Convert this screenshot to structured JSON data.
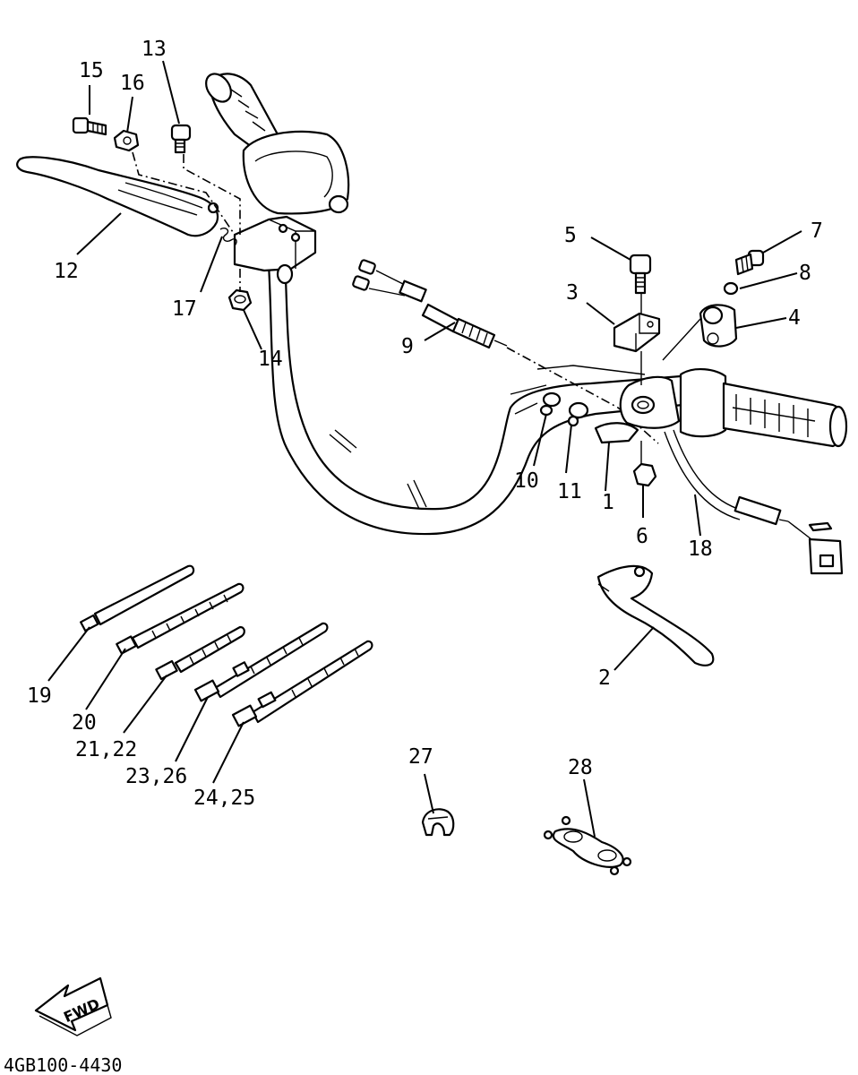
{
  "diagram": {
    "callouts": [
      {
        "id": "c1",
        "text": "1"
      },
      {
        "id": "c2",
        "text": "2"
      },
      {
        "id": "c3",
        "text": "3"
      },
      {
        "id": "c4",
        "text": "4"
      },
      {
        "id": "c5",
        "text": "5"
      },
      {
        "id": "c6",
        "text": "6"
      },
      {
        "id": "c7",
        "text": "7"
      },
      {
        "id": "c8",
        "text": "8"
      },
      {
        "id": "c9",
        "text": "9"
      },
      {
        "id": "c10",
        "text": "10"
      },
      {
        "id": "c11",
        "text": "11"
      },
      {
        "id": "c12",
        "text": "12"
      },
      {
        "id": "c13",
        "text": "13"
      },
      {
        "id": "c14",
        "text": "14"
      },
      {
        "id": "c15",
        "text": "15"
      },
      {
        "id": "c16",
        "text": "16"
      },
      {
        "id": "c17",
        "text": "17"
      },
      {
        "id": "c18",
        "text": "18"
      },
      {
        "id": "c19",
        "text": "19"
      },
      {
        "id": "c20",
        "text": "20"
      },
      {
        "id": "c2122",
        "text": "21,22"
      },
      {
        "id": "c2326",
        "text": "23,26"
      },
      {
        "id": "c2425",
        "text": "24,25"
      },
      {
        "id": "c27",
        "text": "27"
      },
      {
        "id": "c28",
        "text": "28"
      }
    ],
    "fwd_arrow_label": "FWD",
    "figure_code": "4GB100-4430"
  }
}
